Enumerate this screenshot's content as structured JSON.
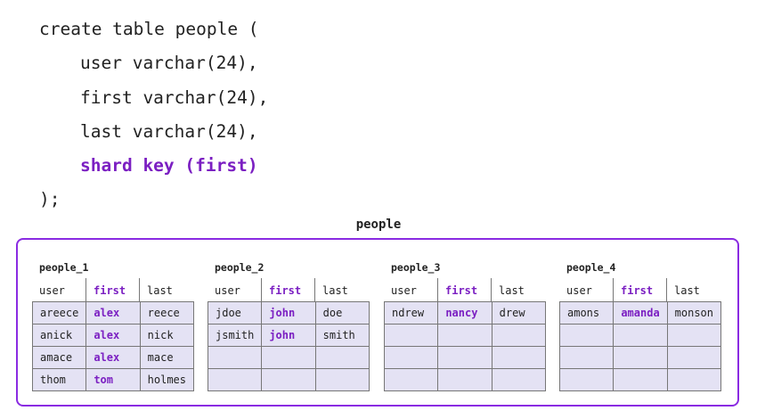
{
  "code": {
    "lines": [
      "create table people (",
      "user varchar(24),",
      "first varchar(24),",
      "last varchar(24),",
      "shard key (first)",
      ");"
    ]
  },
  "colors": {
    "accent": "#7b1fc2",
    "frame": "#8a2be2",
    "row_fill": "#e4e2f4"
  },
  "diagram": {
    "title": "people",
    "shards": [
      {
        "name": "people_1",
        "columns": [
          "user",
          "first",
          "last"
        ],
        "rows": [
          [
            "areece",
            "alex",
            "reece"
          ],
          [
            "anick",
            "alex",
            "nick"
          ],
          [
            "amace",
            "alex",
            "mace"
          ],
          [
            "thom",
            "tom",
            "holmes"
          ]
        ]
      },
      {
        "name": "people_2",
        "columns": [
          "user",
          "first",
          "last"
        ],
        "rows": [
          [
            "jdoe",
            "john",
            "doe"
          ],
          [
            "jsmith",
            "john",
            "smith"
          ],
          [
            "",
            "",
            ""
          ],
          [
            "",
            "",
            ""
          ]
        ]
      },
      {
        "name": "people_3",
        "columns": [
          "user",
          "first",
          "last"
        ],
        "rows": [
          [
            "ndrew",
            "nancy",
            "drew"
          ],
          [
            "",
            "",
            ""
          ],
          [
            "",
            "",
            ""
          ],
          [
            "",
            "",
            ""
          ]
        ]
      },
      {
        "name": "people_4",
        "columns": [
          "user",
          "first",
          "last"
        ],
        "rows": [
          [
            "amons",
            "amanda",
            "monson"
          ],
          [
            "",
            "",
            ""
          ],
          [
            "",
            "",
            ""
          ],
          [
            "",
            "",
            ""
          ]
        ]
      }
    ]
  }
}
